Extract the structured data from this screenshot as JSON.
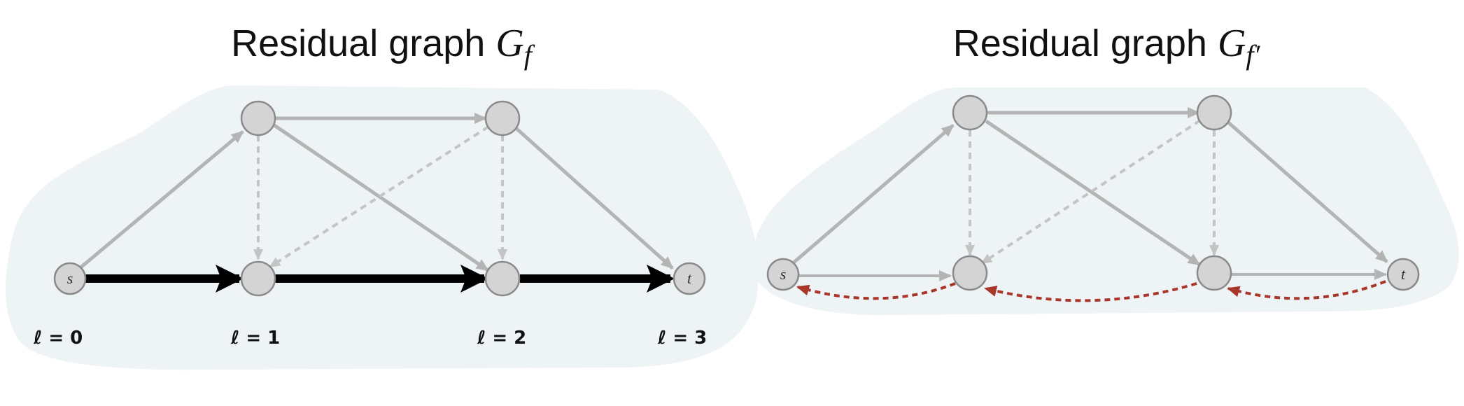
{
  "left_panel": {
    "title_prefix": "Residual graph",
    "title_symbol": "G",
    "title_subscript": "f",
    "node_labels": {
      "source": "s",
      "sink": "t"
    },
    "levels": [
      "ℓ = 0",
      "ℓ = 1",
      "ℓ = 2",
      "ℓ = 3"
    ]
  },
  "right_panel": {
    "title_prefix": "Residual graph",
    "title_symbol": "G",
    "title_subscript": "f′",
    "node_labels": {
      "source": "s",
      "sink": "t"
    }
  },
  "colors": {
    "node_fill": "#d4d4d4",
    "node_stroke": "#8a8a8a",
    "edge": "#b4b4b4",
    "dashed_edge": "#c4c4c4",
    "augmenting_path": "#000000",
    "reverse_edge": "#a8362a",
    "blob": "#eef3f6"
  }
}
